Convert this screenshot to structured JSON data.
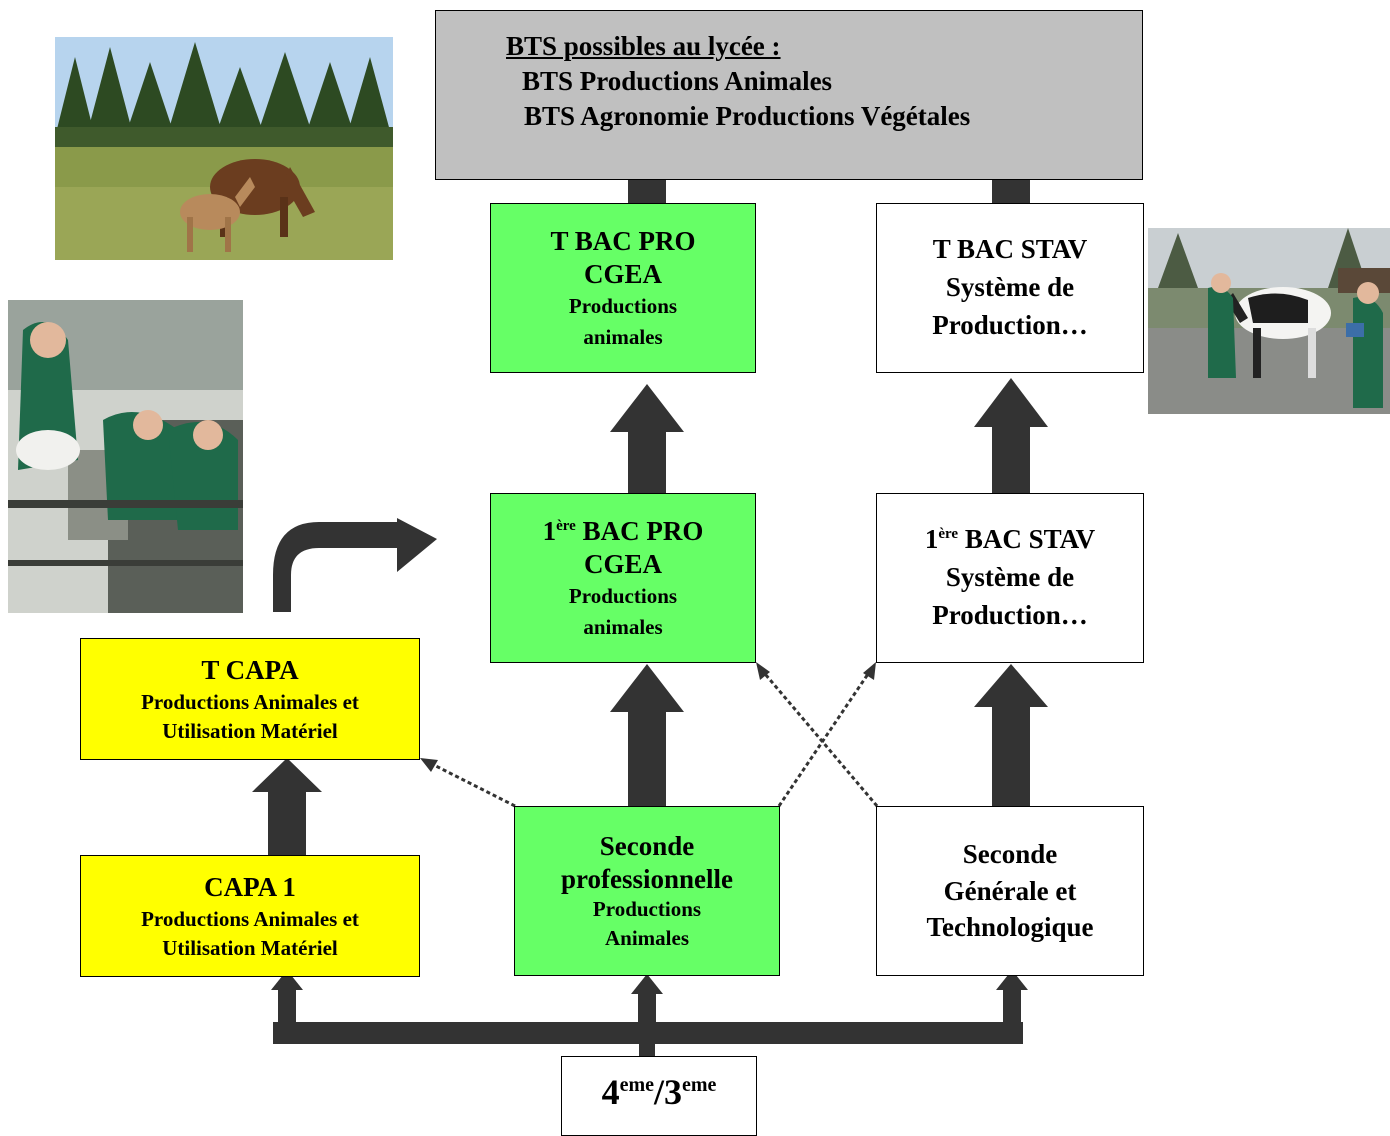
{
  "bts": {
    "heading": "BTS possibles au lycée :",
    "items": [
      "BTS Productions Animales",
      "BTS Agronomie Productions Végétales"
    ]
  },
  "t_bac_pro": {
    "title_lines": [
      "T BAC PRO",
      "CGEA"
    ],
    "subtitle_lines": [
      "Productions",
      "animales"
    ]
  },
  "t_bac_stav": {
    "lines": [
      "T BAC STAV",
      "Système de",
      "Production…"
    ]
  },
  "premiere_bac_pro": {
    "title_num": "1",
    "title_sup": "ère",
    "title_rest": " BAC PRO",
    "line2": "CGEA",
    "subtitle_lines": [
      "Productions",
      "animales"
    ]
  },
  "premiere_bac_stav": {
    "title_num": "1",
    "title_sup": "ère",
    "title_rest": " BAC STAV",
    "lines": [
      "Système de",
      "Production…"
    ]
  },
  "t_capa": {
    "title": "T CAPA",
    "subtitle_lines": [
      "Productions Animales et",
      "Utilisation Matériel"
    ]
  },
  "capa1": {
    "title": "CAPA 1",
    "subtitle_lines": [
      "Productions Animales et",
      "Utilisation Matériel"
    ]
  },
  "seconde_pro": {
    "title_lines": [
      "Seconde",
      "professionnelle"
    ],
    "subtitle_lines": [
      "Productions",
      "Animales"
    ]
  },
  "seconde_gt": {
    "lines": [
      "Seconde",
      "Générale et",
      "Technologique"
    ]
  },
  "college": {
    "num1": "4",
    "sup1": "eme",
    "sep": "/",
    "num2": "3",
    "sup2": "eme"
  },
  "colors": {
    "green": "#66ff66",
    "yellow": "#ffff00",
    "gray": "#c0c0c0",
    "arrow": "#333333"
  },
  "photos": [
    "horses-in-field-photo",
    "students-in-barn-photo",
    "students-with-cow-photo"
  ]
}
